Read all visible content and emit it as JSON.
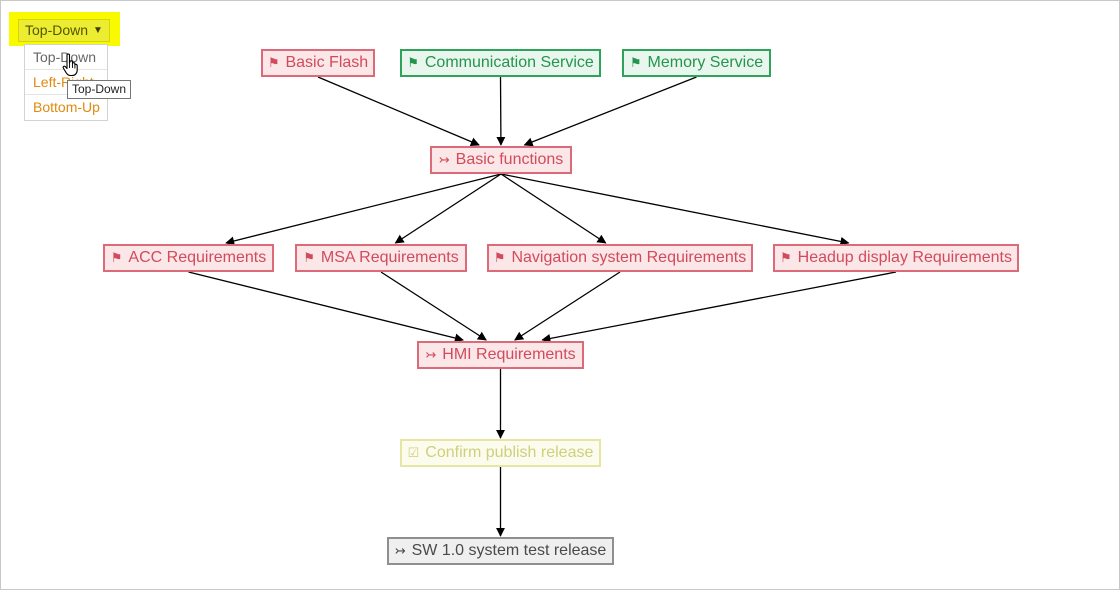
{
  "layout_menu": {
    "selected_label": "Top-Down",
    "options": [
      "Top-Down",
      "Left-Right",
      "Bottom-Up"
    ],
    "tooltip": "Top-Down"
  },
  "colors": {
    "red_border": "#dc6a78",
    "green_border": "#2ea35a",
    "yellow_border": "#e6e6a3",
    "gray_border": "#8f8f8f",
    "highlight": "#f9f900",
    "menu_option": "#e08a0e",
    "edge": "#000000"
  },
  "nodes": {
    "basic_flash": {
      "label": "Basic Flash",
      "icon": "flag-icon",
      "status": "red"
    },
    "communication_service": {
      "label": "Communication Service",
      "icon": "flag-icon",
      "status": "green"
    },
    "memory_service": {
      "label": "Memory Service",
      "icon": "flag-icon",
      "status": "green"
    },
    "basic_functions": {
      "label": "Basic functions",
      "icon": "merge-arrow-icon",
      "status": "red"
    },
    "acc_requirements": {
      "label": "ACC Requirements",
      "icon": "flag-icon",
      "status": "red"
    },
    "msa_requirements": {
      "label": "MSA Requirements",
      "icon": "flag-icon",
      "status": "red"
    },
    "navigation_requirements": {
      "label": "Navigation system Requirements",
      "icon": "flag-icon",
      "status": "red"
    },
    "headup_requirements": {
      "label": "Headup display Requirements",
      "icon": "flag-icon",
      "status": "red"
    },
    "hmi_requirements": {
      "label": "HMI Requirements",
      "icon": "merge-arrow-icon",
      "status": "red"
    },
    "confirm_publish": {
      "label": "Confirm publish release",
      "icon": "checkbox-icon",
      "status": "yellow"
    },
    "sw_release": {
      "label": "SW 1.0 system test release",
      "icon": "merge-arrow-icon",
      "status": "gray"
    }
  },
  "edges": [
    [
      "basic_flash",
      "basic_functions"
    ],
    [
      "communication_service",
      "basic_functions"
    ],
    [
      "memory_service",
      "basic_functions"
    ],
    [
      "basic_functions",
      "acc_requirements"
    ],
    [
      "basic_functions",
      "msa_requirements"
    ],
    [
      "basic_functions",
      "navigation_requirements"
    ],
    [
      "basic_functions",
      "headup_requirements"
    ],
    [
      "acc_requirements",
      "hmi_requirements"
    ],
    [
      "msa_requirements",
      "hmi_requirements"
    ],
    [
      "navigation_requirements",
      "hmi_requirements"
    ],
    [
      "headup_requirements",
      "hmi_requirements"
    ],
    [
      "hmi_requirements",
      "confirm_publish"
    ],
    [
      "confirm_publish",
      "sw_release"
    ]
  ]
}
